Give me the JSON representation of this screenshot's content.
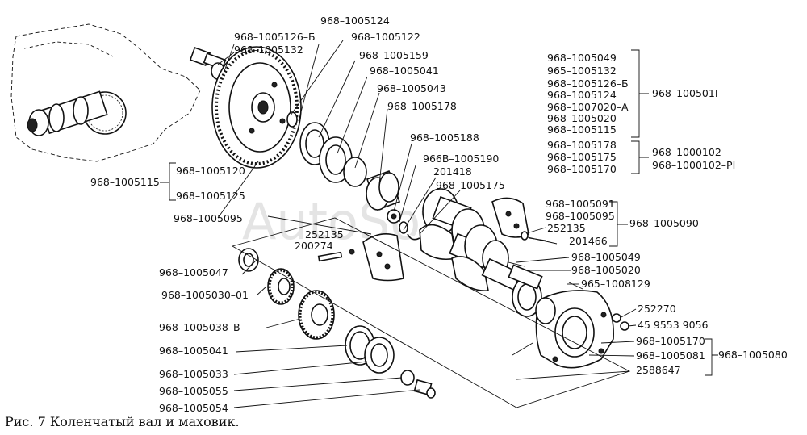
{
  "caption": "Рис. 7 Коленчатый вал и маховик.",
  "watermark": "AutoSoft",
  "labels": {
    "l1005124": "968–1005124",
    "l1005126b": "968–1005126–Б",
    "l1005122": "968–1005122",
    "l1005132": "968–1005132",
    "l1005159": "968–1005159",
    "l1005041a": "968–1005041",
    "l1005043": "968–1005043",
    "l1005178": "968–1005178",
    "l1005188": "968–1005188",
    "l966b": "966В–1005190",
    "l201418": "201418",
    "l1005175": "968–1005175",
    "l1005115": "968–1005115",
    "l1005120": "968–1005120",
    "l1005125": "968–1005125",
    "l1005095a": "968–1005095",
    "l252135a": "252135",
    "l200274": "200274",
    "l1005091": "968–1005091",
    "l1005095b": "968–1005095",
    "l252135b": "252135",
    "l201466": "201466",
    "l1005090": "968–1005090",
    "l1005047": "968–1005047",
    "l1005049b": "968–1005049",
    "l1005020b": "968–1005020",
    "l1005030": "968–1005030–01",
    "l1008129": "965–1008129",
    "l1005038": "968–1005038–В",
    "l252270": "252270",
    "l459553": "45 9553 9056",
    "l1005041b": "968–1005041",
    "l1005170b": "968–1005170",
    "l1005081": "968–1005081",
    "l1005080": "968–1005080",
    "l1005033": "968–1005033",
    "l2588647": "2588647",
    "l1005055": "968–1005055",
    "l1005054": "968–1005054"
  },
  "group_011": {
    "items": [
      "968–1005049",
      "965–1005132",
      "968–1005126–Б",
      "968–1005124",
      "968–1007020–А",
      "968–1005020",
      "968–1005115"
    ],
    "total": "968–100501I"
  },
  "group_102": {
    "items": [
      "968–1005178",
      "968–1005175",
      "968–1005170"
    ],
    "totals": [
      "968–1000102",
      "968–1000102–PI"
    ]
  }
}
